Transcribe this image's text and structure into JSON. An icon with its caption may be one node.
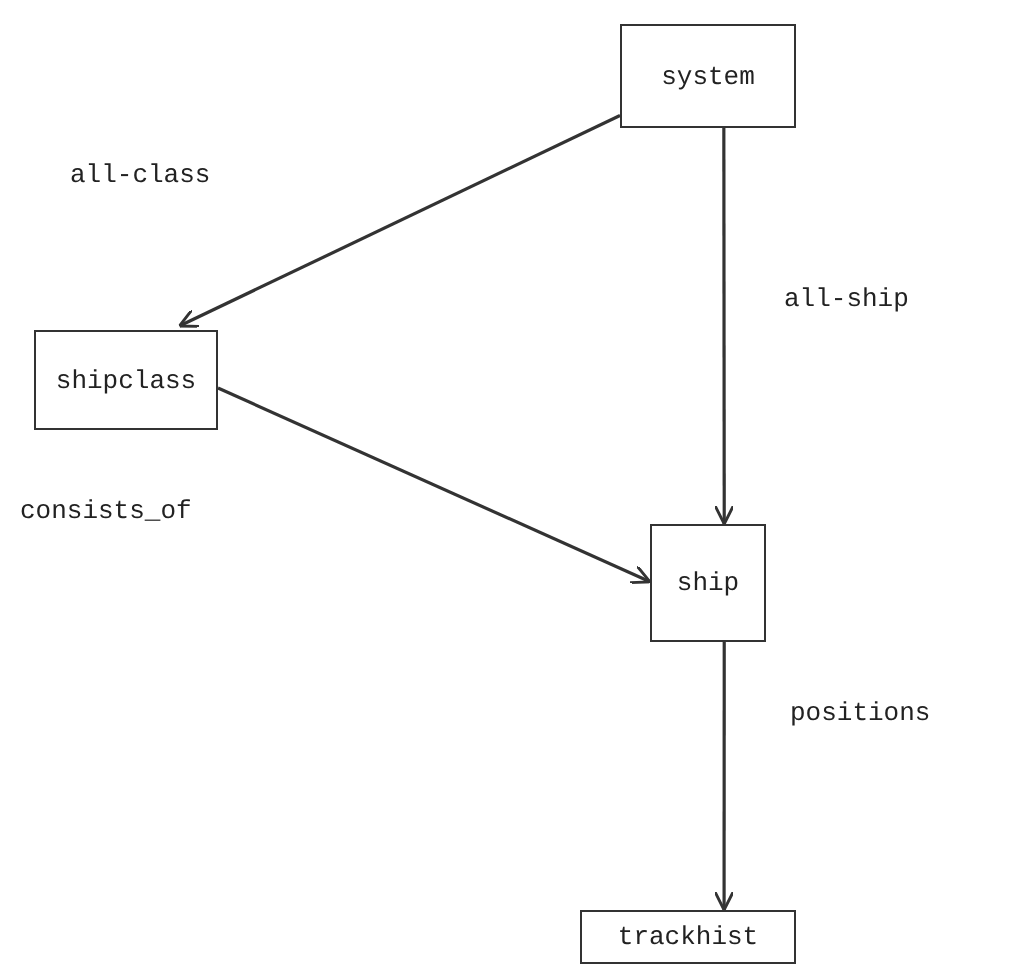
{
  "diagram": {
    "nodes": [
      {
        "text": [
          "system"
        ]
      },
      {
        "text": [
          "shipclass"
        ]
      },
      {
        "text": [
          "ship"
        ]
      },
      {
        "text": [
          "trackhist"
        ]
      }
    ],
    "edges": [
      {
        "from": 0,
        "to": 1,
        "arrow": "to",
        "label": "all-class"
      },
      {
        "from": 0,
        "to": 2,
        "arrow": "to",
        "label": "all-ship"
      },
      {
        "from": 1,
        "to": 2,
        "arrow": "to",
        "label": "consists_of"
      },
      {
        "from": 2,
        "to": 3,
        "arrow": "to",
        "label": "positions"
      }
    ]
  }
}
